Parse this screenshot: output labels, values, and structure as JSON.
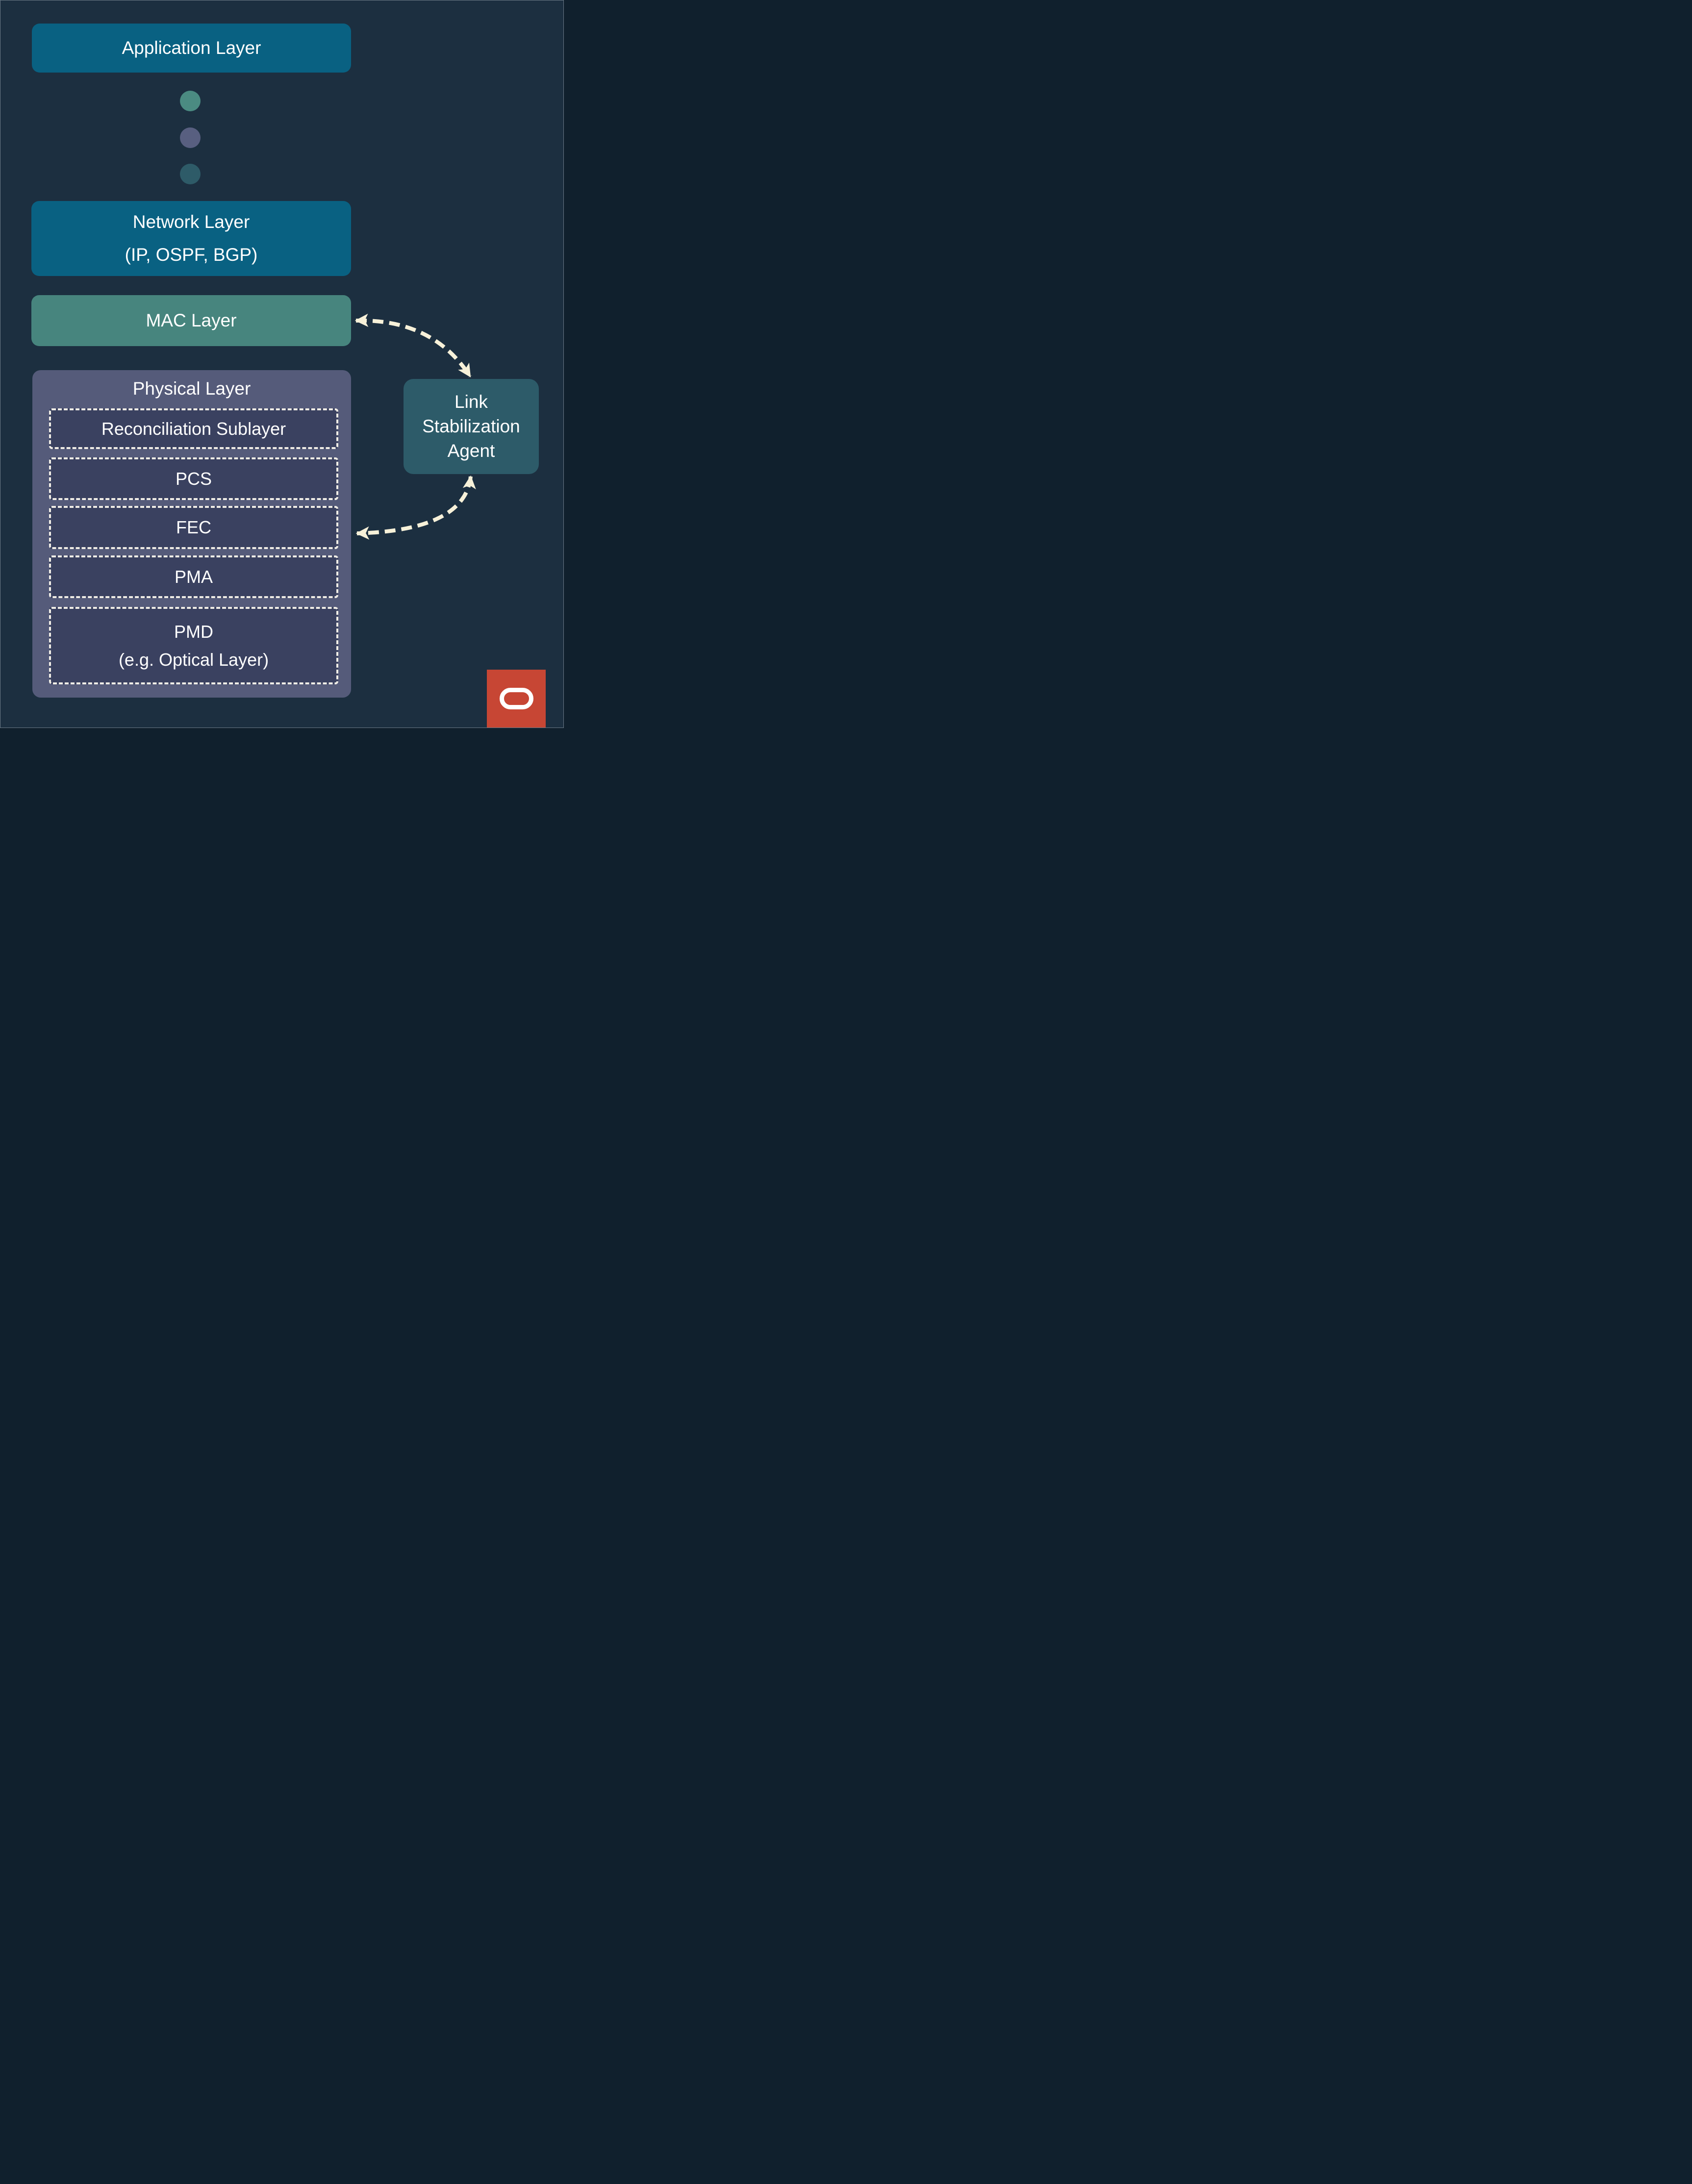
{
  "diagram": {
    "title_implied": "Network stack with Link Stabilization Agent",
    "background_color": "#1c2f40",
    "text_color": "#ffffff"
  },
  "stack": {
    "application": {
      "label": "Application Layer",
      "color": "#096182"
    },
    "ellipsis_dots": [
      {
        "name": "dot-teal-green",
        "color": "#4b8b82"
      },
      {
        "name": "dot-slate-purple",
        "color": "#585f80"
      },
      {
        "name": "dot-dark-teal",
        "color": "#2e5b68"
      }
    ],
    "network": {
      "label": "Network Layer",
      "sublabel": "(IP, OSPF, BGP)",
      "color": "#096182"
    },
    "mac": {
      "label": "MAC Layer",
      "color": "#47857e"
    },
    "physical": {
      "label": "Physical Layer",
      "color": "#555b7a",
      "sublayer_fill": "#3a4160",
      "sublayer_border": "#f0ede6",
      "sublayers": [
        {
          "label": "Reconciliation Sublayer"
        },
        {
          "label": "PCS"
        },
        {
          "label": "FEC"
        },
        {
          "label": "PMA"
        },
        {
          "label": "PMD",
          "sublabel": "(e.g. Optical Layer)"
        }
      ]
    }
  },
  "agent": {
    "lines": [
      "Link",
      "Stabilization",
      "Agent"
    ],
    "color": "#2d5b69"
  },
  "connections": [
    {
      "from": "MAC Layer",
      "to": "Link Stabilization Agent",
      "style": "curved-dashed",
      "bidirectional": true,
      "color": "#f7f1d9"
    },
    {
      "from": "Link Stabilization Agent",
      "to": "FEC",
      "style": "curved-dashed",
      "bidirectional": true,
      "color": "#f7f1d9"
    }
  ],
  "logo": {
    "name": "oracle-logo",
    "color": "#c74634",
    "glyph": "stadium-O"
  }
}
